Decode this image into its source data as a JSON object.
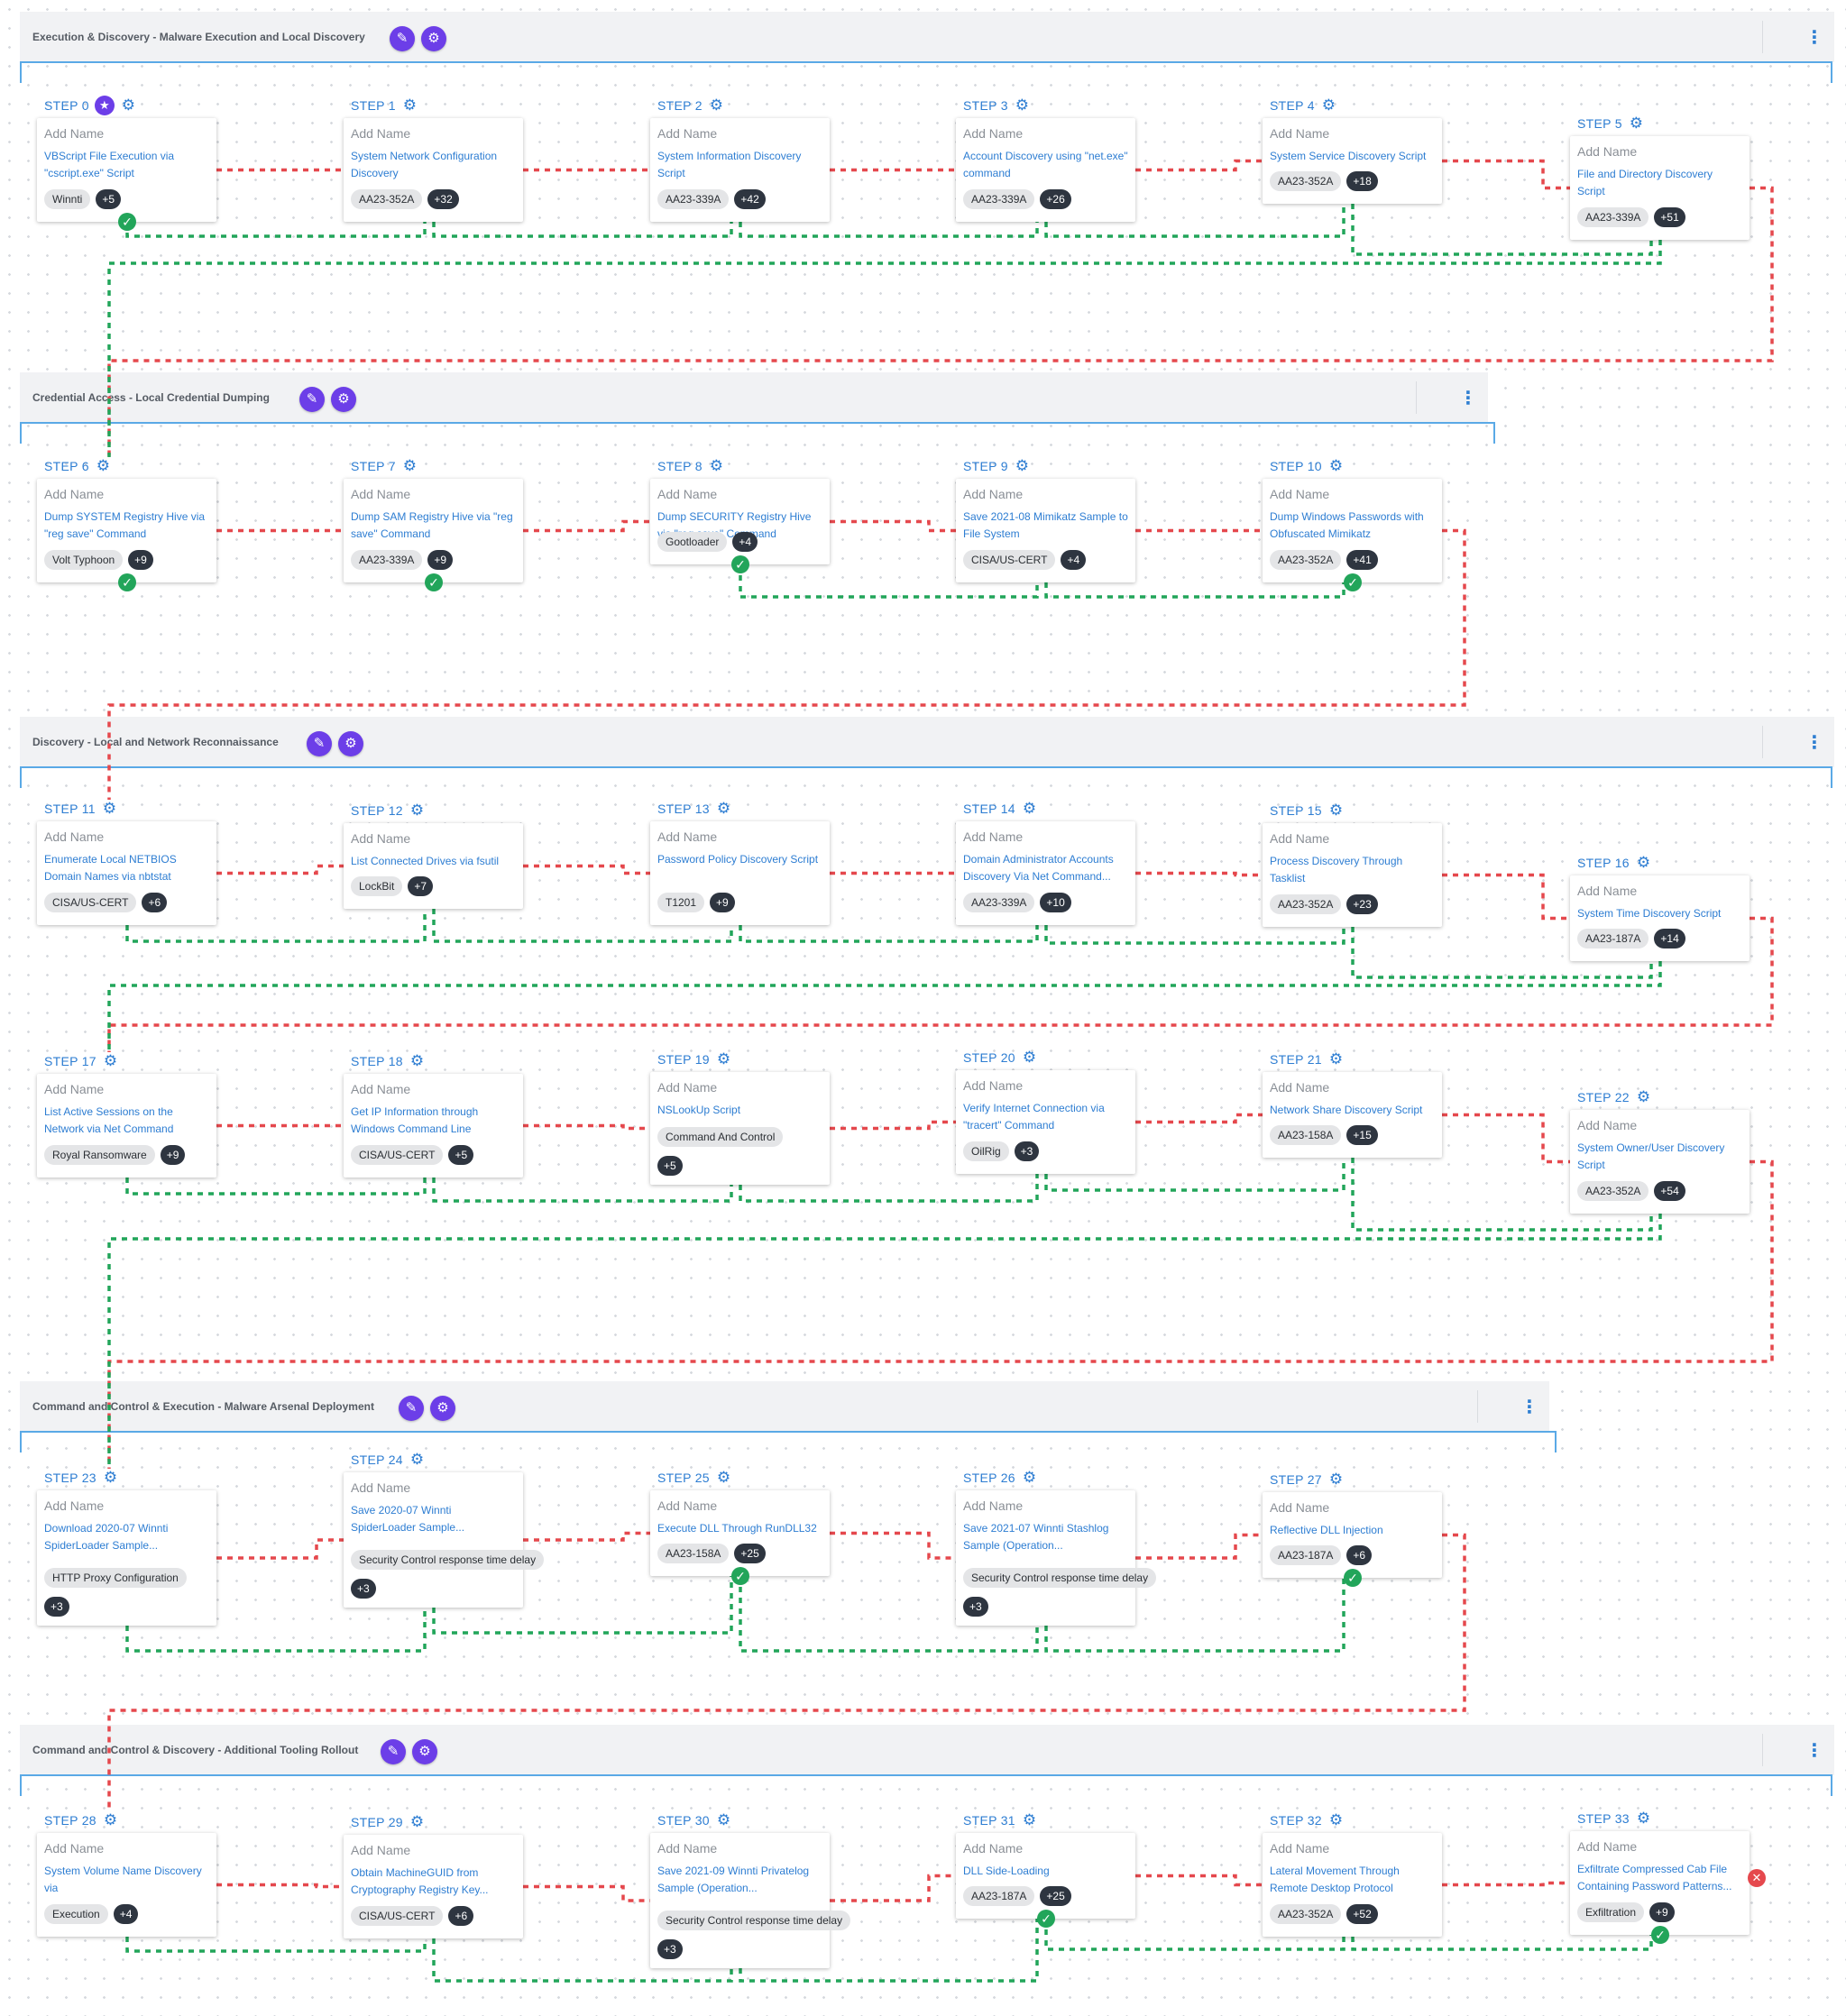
{
  "ui": {
    "add_name_placeholder": "Add Name",
    "edit_icon": "pencil-icon",
    "settings_icon": "gear-icon",
    "menu_icon": "kebab-menu-icon",
    "status_icons": {
      "ok": "check-icon",
      "fail": "x-icon"
    },
    "colors": {
      "accent_blue": "#2d7dd2",
      "purple_button": "#6c3ee8",
      "tag_gray": "#e4e5e7",
      "count_dark": "#2e3540",
      "success_green": "#22a55a",
      "failure_red": "#e5484d",
      "link_success": "#22a55a",
      "link_failure": "#e5484d"
    }
  },
  "groups": [
    {
      "title": "Execution & Discovery - Malware Execution and Local Discovery"
    },
    {
      "title": "Credential Access - Local Credential Dumping"
    },
    {
      "title": "Discovery - Local and Network Reconnaissance"
    },
    {
      "title": "Command and Control & Execution - Malware Arsenal Deployment"
    },
    {
      "title": "Command and Control & Discovery - Additional Tooling Rollout"
    }
  ],
  "steps": [
    {
      "label": "STEP 0",
      "starred": true,
      "desc": "VBScript File Execution via \"cscript.exe\" Script",
      "tag": "Winnti",
      "more": "+5",
      "status": "ok"
    },
    {
      "label": "STEP 1",
      "desc": "System Network Configuration Discovery",
      "tag": "AA23-352A",
      "more": "+32",
      "status": ""
    },
    {
      "label": "STEP 2",
      "desc": "System Information Discovery Script",
      "tag": "AA23-339A",
      "more": "+42",
      "status": ""
    },
    {
      "label": "STEP 3",
      "desc": "Account Discovery using \"net.exe\" command",
      "tag": "AA23-339A",
      "more": "+26",
      "status": ""
    },
    {
      "label": "STEP 4",
      "desc": "System Service Discovery Script",
      "tag": "AA23-352A",
      "more": "+18",
      "status": ""
    },
    {
      "label": "STEP 5",
      "desc": "File and Directory Discovery Script",
      "tag": "AA23-339A",
      "more": "+51",
      "status": ""
    },
    {
      "label": "STEP 6",
      "desc": "Dump SYSTEM Registry Hive via \"reg save\" Command",
      "tag": "Volt Typhoon",
      "more": "+9",
      "status": "ok"
    },
    {
      "label": "STEP 7",
      "desc": "Dump SAM Registry Hive via \"reg save\" Command",
      "tag": "AA23-339A",
      "more": "+9",
      "status": "ok"
    },
    {
      "label": "STEP 8",
      "desc": "Dump SECURITY Registry Hive via \"reg save\" Command",
      "tag": "Gootloader",
      "more": "+4",
      "status": "ok"
    },
    {
      "label": "STEP 9",
      "desc": "Save 2021-08 Mimikatz Sample to File System",
      "tag": "CISA/US-CERT",
      "more": "+4",
      "status": ""
    },
    {
      "label": "STEP 10",
      "desc": "Dump Windows Passwords with Obfuscated Mimikatz",
      "tag": "AA23-352A",
      "more": "+41",
      "status": "ok"
    },
    {
      "label": "STEP 11",
      "desc": "Enumerate Local NETBIOS Domain Names via nbtstat",
      "tag": "CISA/US-CERT",
      "more": "+6",
      "status": ""
    },
    {
      "label": "STEP 12",
      "desc": "List Connected Drives via fsutil",
      "tag": "LockBit",
      "more": "+7",
      "status": ""
    },
    {
      "label": "STEP 13",
      "desc": "Password Policy Discovery Script",
      "tag": "T1201",
      "more": "+9",
      "status": ""
    },
    {
      "label": "STEP 14",
      "desc": "Domain Administrator Accounts Discovery Via Net Command...",
      "tag": "AA23-339A",
      "more": "+10",
      "status": ""
    },
    {
      "label": "STEP 15",
      "desc": "Process Discovery Through Tasklist",
      "tag": "AA23-352A",
      "more": "+23",
      "status": ""
    },
    {
      "label": "STEP 16",
      "desc": "System Time Discovery Script",
      "tag": "AA23-187A",
      "more": "+14",
      "status": ""
    },
    {
      "label": "STEP 17",
      "desc": "List Active Sessions on the Network via Net Command",
      "tag": "Royal Ransomware",
      "more": "+9",
      "status": ""
    },
    {
      "label": "STEP 18",
      "desc": "Get IP Information through Windows Command Line",
      "tag": "CISA/US-CERT",
      "more": "+5",
      "status": ""
    },
    {
      "label": "STEP 19",
      "desc": "NSLookUp Script",
      "tag": "Command And Control",
      "more": "+5",
      "status": ""
    },
    {
      "label": "STEP 20",
      "desc": "Verify Internet Connection via \"tracert\" Command",
      "tag": "OilRig",
      "more": "+3",
      "status": ""
    },
    {
      "label": "STEP 21",
      "desc": "Network Share Discovery Script",
      "tag": "AA23-158A",
      "more": "+15",
      "status": ""
    },
    {
      "label": "STEP 22",
      "desc": "System Owner/User Discovery Script",
      "tag": "AA23-352A",
      "more": "+54",
      "status": ""
    },
    {
      "label": "STEP 23",
      "desc": "Download 2020-07 Winnti SpiderLoader Sample...",
      "tag": "HTTP Proxy Configuration",
      "more": "+3",
      "status": ""
    },
    {
      "label": "STEP 24",
      "desc": "Save 2020-07 Winnti SpiderLoader Sample...",
      "tag": "Security Control response time delay",
      "more": "+3",
      "status": ""
    },
    {
      "label": "STEP 25",
      "desc": "Execute DLL Through RunDLL32",
      "tag": "AA23-158A",
      "more": "+25",
      "status": "ok"
    },
    {
      "label": "STEP 26",
      "desc": "Save 2021-07 Winnti Stashlog Sample (Operation...",
      "tag": "Security Control response time delay",
      "more": "+3",
      "status": ""
    },
    {
      "label": "STEP 27",
      "desc": "Reflective DLL Injection",
      "tag": "AA23-187A",
      "more": "+6",
      "status": "ok"
    },
    {
      "label": "STEP 28",
      "desc": "System Volume Name Discovery via \"GetVolumeNameForVolumeMountPoint...",
      "tag": "Execution",
      "more": "+4",
      "status": ""
    },
    {
      "label": "STEP 29",
      "desc": "Obtain MachineGUID from Cryptography Registry Key...",
      "tag": "CISA/US-CERT",
      "more": "+6",
      "status": ""
    },
    {
      "label": "STEP 30",
      "desc": "Save 2021-09 Winnti Privatelog Sample (Operation...",
      "tag": "Security Control response time delay",
      "more": "+3",
      "status": ""
    },
    {
      "label": "STEP 31",
      "desc": "DLL Side-Loading",
      "tag": "AA23-187A",
      "more": "+25",
      "status": "ok"
    },
    {
      "label": "STEP 32",
      "desc": "Lateral Movement Through Remote Desktop Protocol",
      "tag": "AA23-352A",
      "more": "+52",
      "status": ""
    },
    {
      "label": "STEP 33",
      "desc": "Exfiltrate Compressed Cab File Containing Password Patterns...",
      "tag": "Exfiltration",
      "more": "+9",
      "status": "ok",
      "error": true
    }
  ]
}
